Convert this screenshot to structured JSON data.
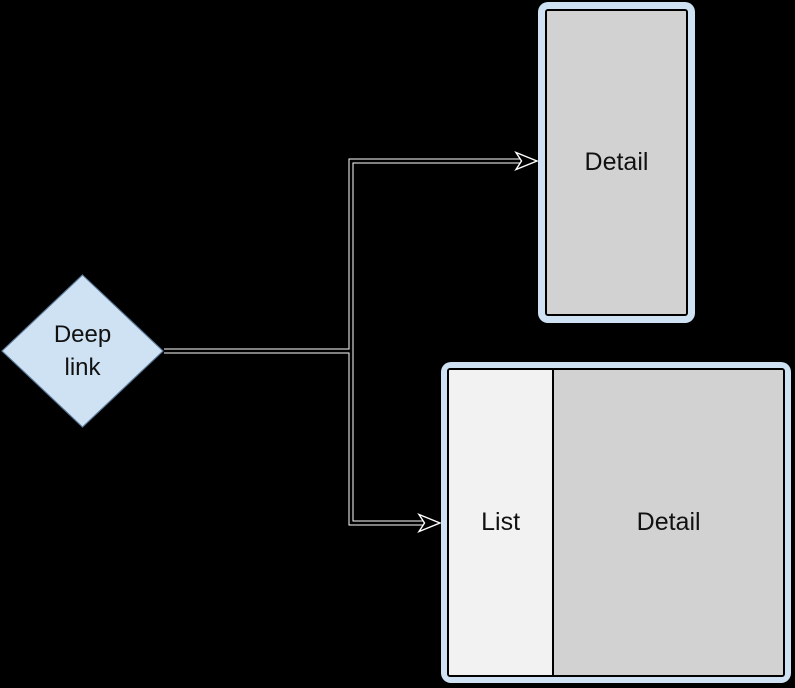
{
  "colors": {
    "background": "#000000",
    "node_blue": "#cfe2f3",
    "node_blue_stroke": "#5b7a99",
    "pane_gray": "#d2d2d2",
    "pane_light": "#f2f2f2",
    "ink": "#000000",
    "line_ink": "#000000",
    "line_casing": "#ffffff",
    "text": "#111111"
  },
  "nodes": {
    "deep_link": {
      "shape": "diamond",
      "label": "Deep link"
    },
    "phone": {
      "description": "single-pane portrait layout",
      "detail_label": "Detail"
    },
    "tablet": {
      "description": "two-pane landscape layout",
      "list_label": "List",
      "detail_label": "Detail"
    }
  }
}
